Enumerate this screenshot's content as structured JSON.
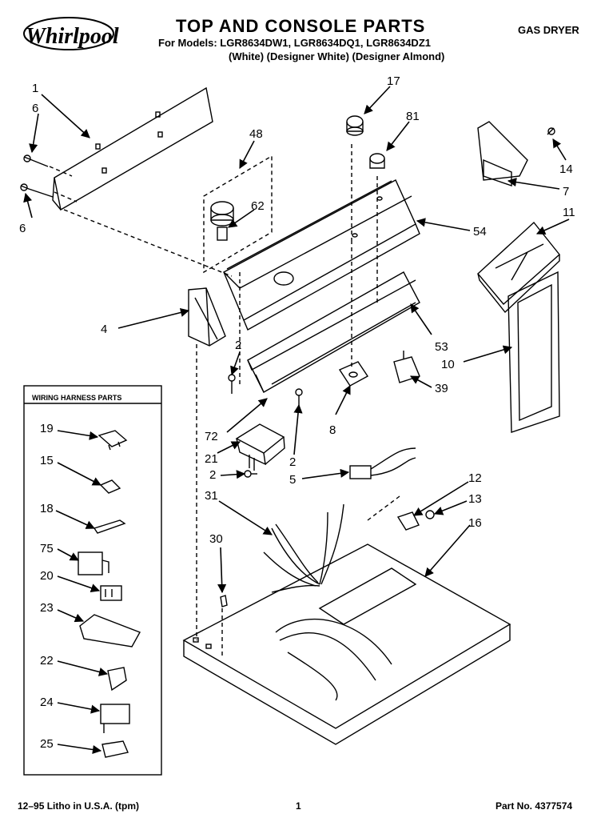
{
  "header": {
    "logo_text": "Whirlpool",
    "title": "TOP AND CONSOLE PARTS",
    "models_line": "For Models: LGR8634DW1, LGR8634DQ1, LGR8634DZ1",
    "variants_line": "(White) (Designer White) (Designer Almond)",
    "product_type": "GAS DRYER"
  },
  "harness_panel": {
    "title": "WIRING HARNESS PARTS"
  },
  "callouts": [
    "1",
    "6",
    "6",
    "48",
    "62",
    "17",
    "81",
    "14",
    "7",
    "54",
    "11",
    "4",
    "2",
    "53",
    "10",
    "8",
    "39",
    "72",
    "21",
    "2",
    "2",
    "5",
    "31",
    "12",
    "13",
    "16",
    "30",
    "19",
    "15",
    "18",
    "75",
    "20",
    "23",
    "22",
    "24",
    "25"
  ],
  "footer": {
    "left": "12–95 Litho in U.S.A. (tpm)",
    "page": "1",
    "part_no": "Part No. 4377574"
  }
}
